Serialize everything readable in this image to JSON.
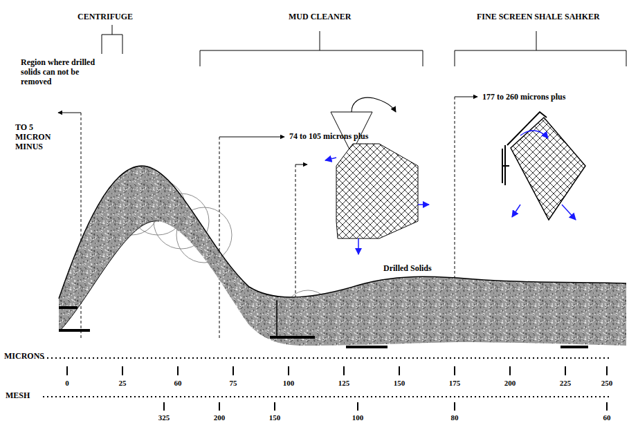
{
  "diagram": {
    "labels": [
      "CENTRIFUGE",
      "MUD CLEANER",
      "FINE SCREEN SHALE SAHKER",
      "Region where drilled solids can not be removed",
      "TO 5 MICRON MINUS",
      "74 to 105 microns plus",
      "177 to 260 microns plus",
      "Drilled Solids",
      "MICRONS",
      "0",
      "25",
      "60",
      "75",
      "100",
      "125",
      "150",
      "175",
      "200",
      "225",
      "250",
      "MESH",
      "325",
      "200",
      "150",
      "100",
      "80",
      "60"
    ]
  }
}
